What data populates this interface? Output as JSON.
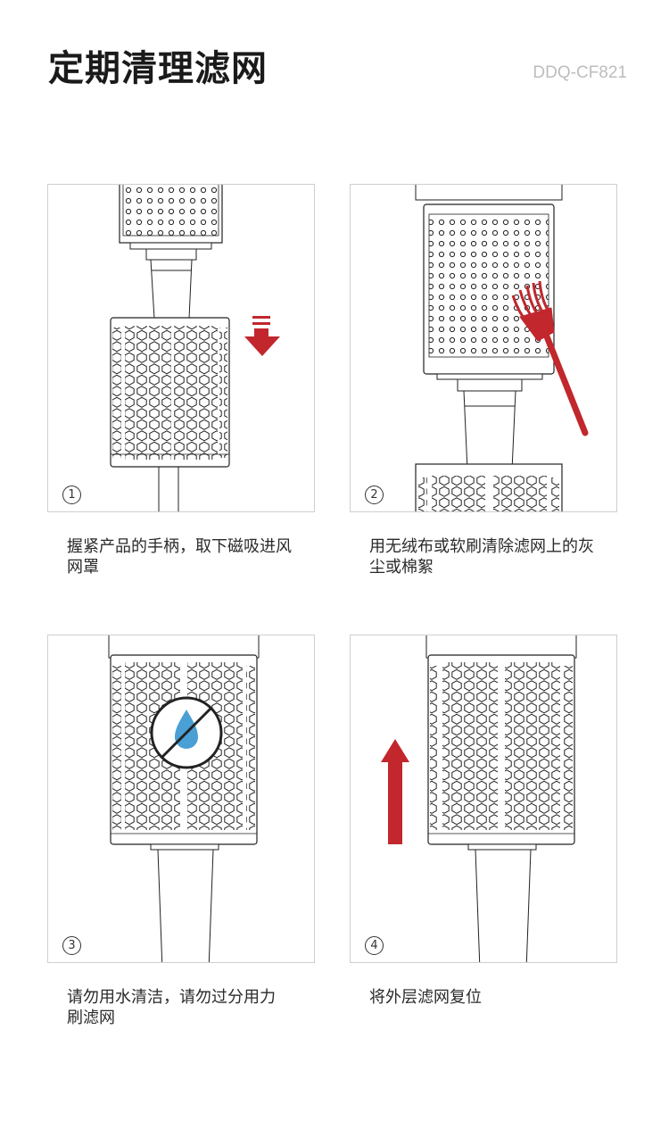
{
  "header": {
    "title": "定期清理滤网",
    "model": "DDQ-CF821"
  },
  "accent_color": "#c1272d",
  "steps": [
    {
      "number": "1",
      "caption": "握紧产品的手柄，取下磁吸进风网罩",
      "icon": "arrow-down-icon"
    },
    {
      "number": "2",
      "caption": "用无绒布或软刷清除滤网上的灰尘或棉絮",
      "icon": "brush-icon"
    },
    {
      "number": "3",
      "caption": "请勿用水清洁，请勿过分用力刷滤网",
      "icon": "no-water-icon"
    },
    {
      "number": "4",
      "caption": "将外层滤网复位",
      "icon": "arrow-up-icon"
    }
  ]
}
